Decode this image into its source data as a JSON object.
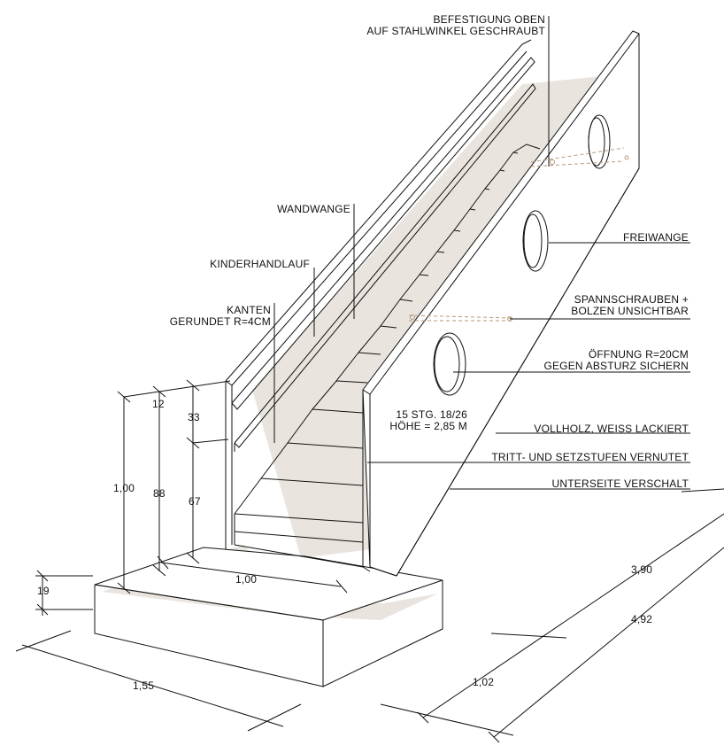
{
  "labels": {
    "befestigung_1": "BEFESTIGUNG OBEN",
    "befestigung_2": "AUF STAHLWINKEL GESCHRAUBT",
    "wandwange": "WANDWANGE",
    "freiwange": "FREIWANGE",
    "kinderhandlauf": "KINDERHANDLAUF",
    "kanten_1": "KANTEN",
    "kanten_2": "GERUNDET R=4CM",
    "spann_1": "SPANNSCHRAUBEN +",
    "spann_2": "BOLZEN UNSICHTBAR",
    "oeffnung_1": "ÖFFNUNG R=20CM",
    "oeffnung_2": "GEGEN ABSTURZ SICHERN",
    "stg_1": "15 STG. 18/26",
    "stg_2": "HÖHE = 2,85 M",
    "vollholz": "VOLLHOLZ, WEISS LACKIERT",
    "tritt": "TRITT- UND SETZSTUFEN VERNUTET",
    "unterseite": "UNTERSEITE VERSCHALT"
  },
  "dimensions": {
    "d12": "12",
    "d33": "33",
    "d100_height": "1,00",
    "d88": "88",
    "d67": "67",
    "d19": "19",
    "d100_landing": "1,00",
    "d155": "1,55",
    "d390": "3,90",
    "d492": "4,92",
    "d102": "1,02"
  }
}
